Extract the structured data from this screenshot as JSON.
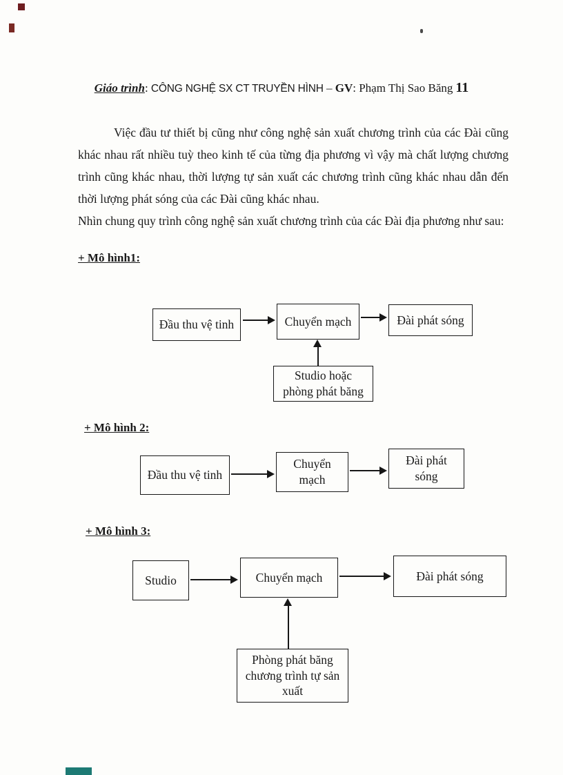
{
  "header": {
    "label": "Giáo trình",
    "after_label": ": ",
    "course": "CÔNG NGHỆ SX CT TRUYỀN HÌNH",
    "separator": " – ",
    "gv": "GV",
    "teacher": ": Phạm Thị Sao Băng",
    "page_number": "11"
  },
  "body": {
    "paragraph1": "Việc đầu tư thiết bị cũng như công nghệ sản xuất chương trình của các Đài cũng khác nhau rất nhiều tuỳ theo kinh tế của từng địa phương vì vậy mà chất lượng chương trình cũng khác nhau, thời lượng tự sản xuất các chương trình cũng khác nhau dẫn đến thời lượng phát sóng của các Đài cũng khác nhau.",
    "paragraph2": "Nhìn chung quy trình công nghệ sản xuất chương trình của các Đài địa phương như sau:"
  },
  "models": [
    {
      "heading": "+ Mô hình1:",
      "boxes": {
        "input": "Đầu thu vệ tinh",
        "switch": "Chuyển mạch",
        "output": "Đài phát sóng",
        "source": "Studio hoặc phòng phát băng"
      }
    },
    {
      "heading": "+ Mô hình 2:",
      "boxes": {
        "input": "Đầu thu vệ tinh",
        "switch": "Chuyển mạch",
        "output": "Đài phát sóng"
      }
    },
    {
      "heading": "+ Mô hình 3:",
      "boxes": {
        "input": "Studio",
        "switch": "Chuyển mạch",
        "output": "Đài phát sóng",
        "source": "Phòng phát băng chương trình tự sản xuất"
      }
    }
  ]
}
